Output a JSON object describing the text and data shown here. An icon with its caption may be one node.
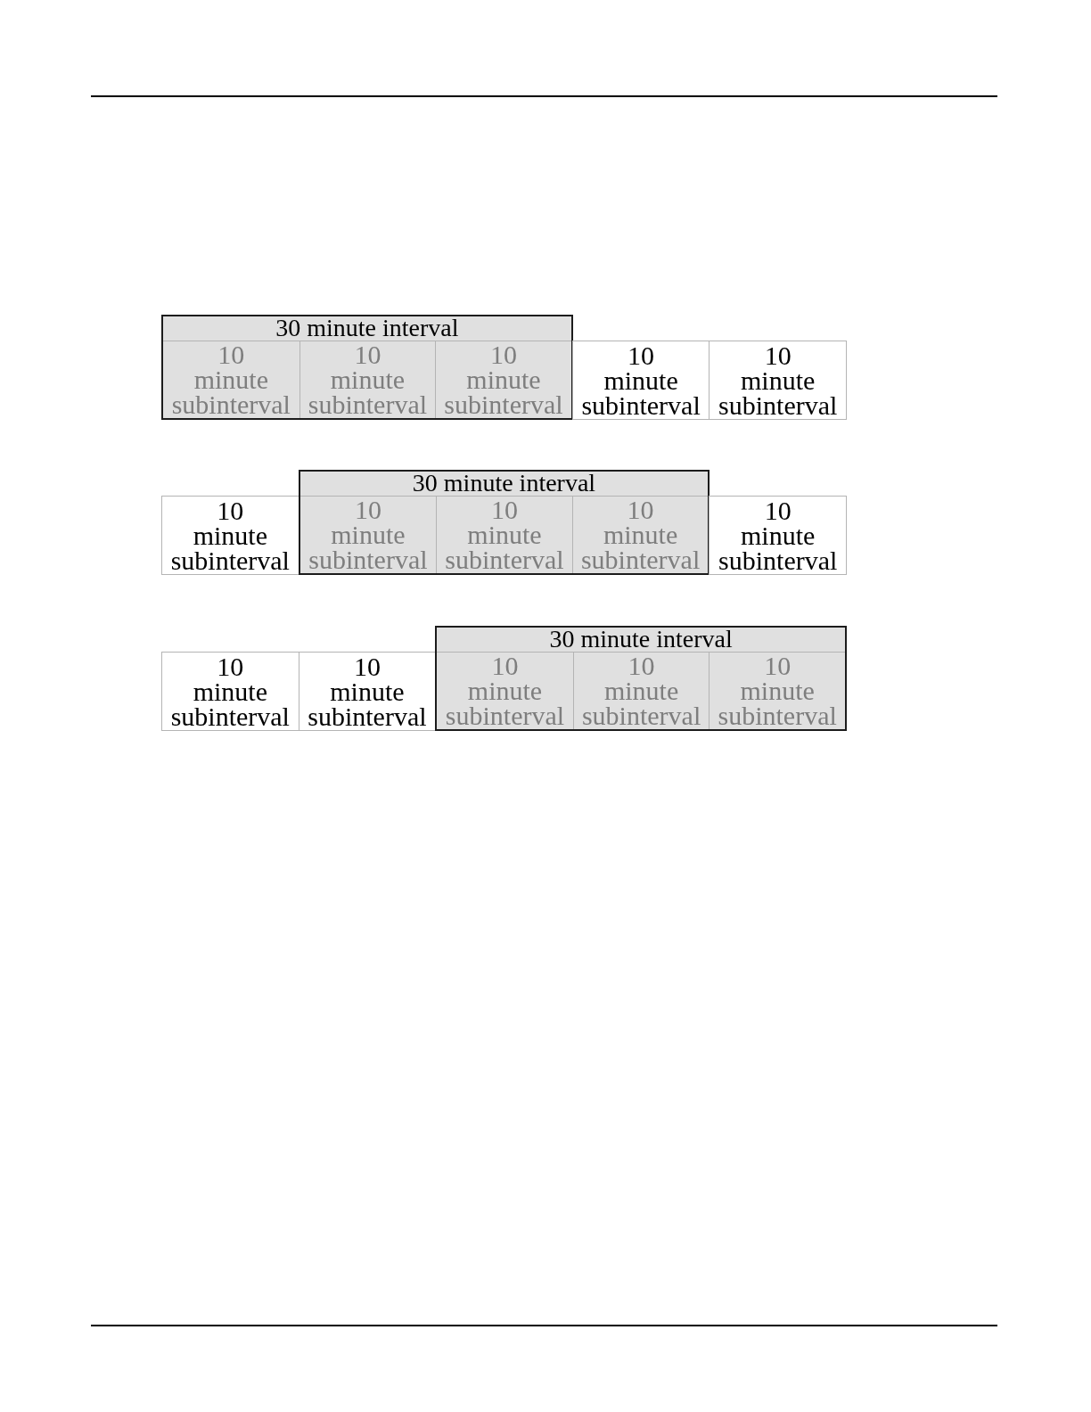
{
  "diagram": {
    "nodes": [
      {
        "text": [
          "30 minute interval"
        ]
      },
      {
        "text": [
          "10 minute subinterval"
        ],
        "in": 0
      },
      {
        "text": [
          "10 minute subinterval"
        ],
        "in": 0
      },
      {
        "text": [
          "10 minute subinterval"
        ],
        "in": 0
      },
      {
        "text": [
          "10 minute subinterval"
        ]
      },
      {
        "text": [
          "10 minute subinterval"
        ]
      },
      {
        "text": [
          "10 minute subinterval"
        ]
      },
      {
        "text": [
          "30 minute interval"
        ]
      },
      {
        "text": [
          "10 minute subinterval"
        ],
        "in": 7
      },
      {
        "text": [
          "10 minute subinterval"
        ],
        "in": 7
      },
      {
        "text": [
          "10 minute subinterval"
        ],
        "in": 7
      },
      {
        "text": [
          "10 minute subinterval"
        ]
      },
      {
        "text": [
          "10 minute subinterval"
        ]
      },
      {
        "text": [
          "10 minute subinterval"
        ]
      },
      {
        "text": [
          "30 minute interval"
        ]
      },
      {
        "text": [
          "10 minute subinterval"
        ],
        "in": 14
      },
      {
        "text": [
          "10 minute subinterval"
        ],
        "in": 14
      },
      {
        "text": [
          "10 minute subinterval"
        ],
        "in": 14
      }
    ]
  }
}
